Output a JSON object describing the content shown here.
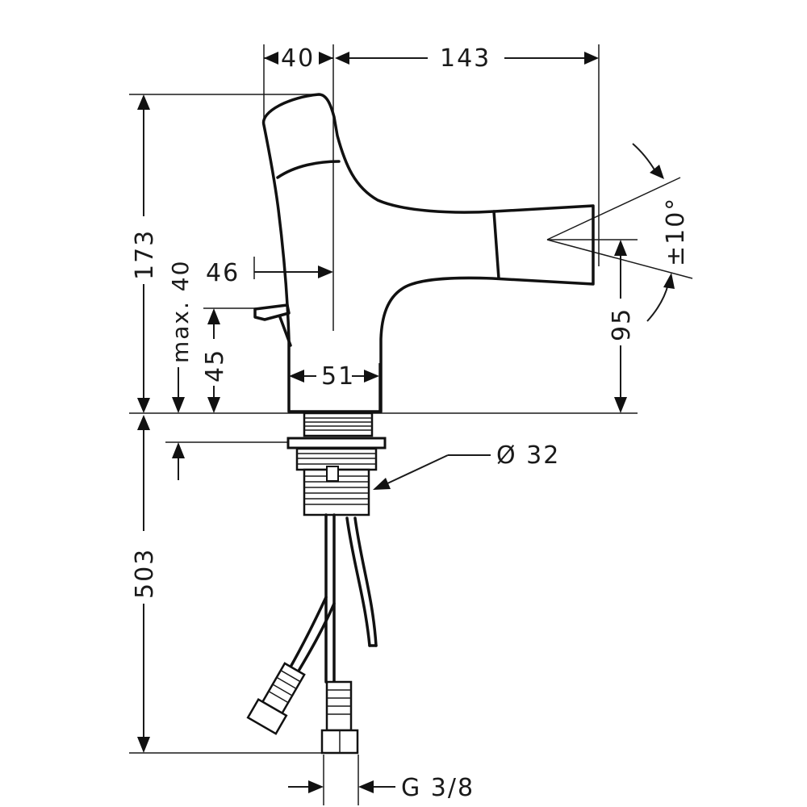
{
  "dimensions": {
    "lever_width": "40",
    "spout_reach": "143",
    "total_height": "173",
    "handle_offset": "46",
    "rod_max": "max. 40",
    "rod_height": "45",
    "body_width": "51",
    "spout_height": "95",
    "swivel_angle": "±10°",
    "tail_diameter": "Ø 32",
    "hose_length": "503",
    "connection": "G 3/8"
  }
}
